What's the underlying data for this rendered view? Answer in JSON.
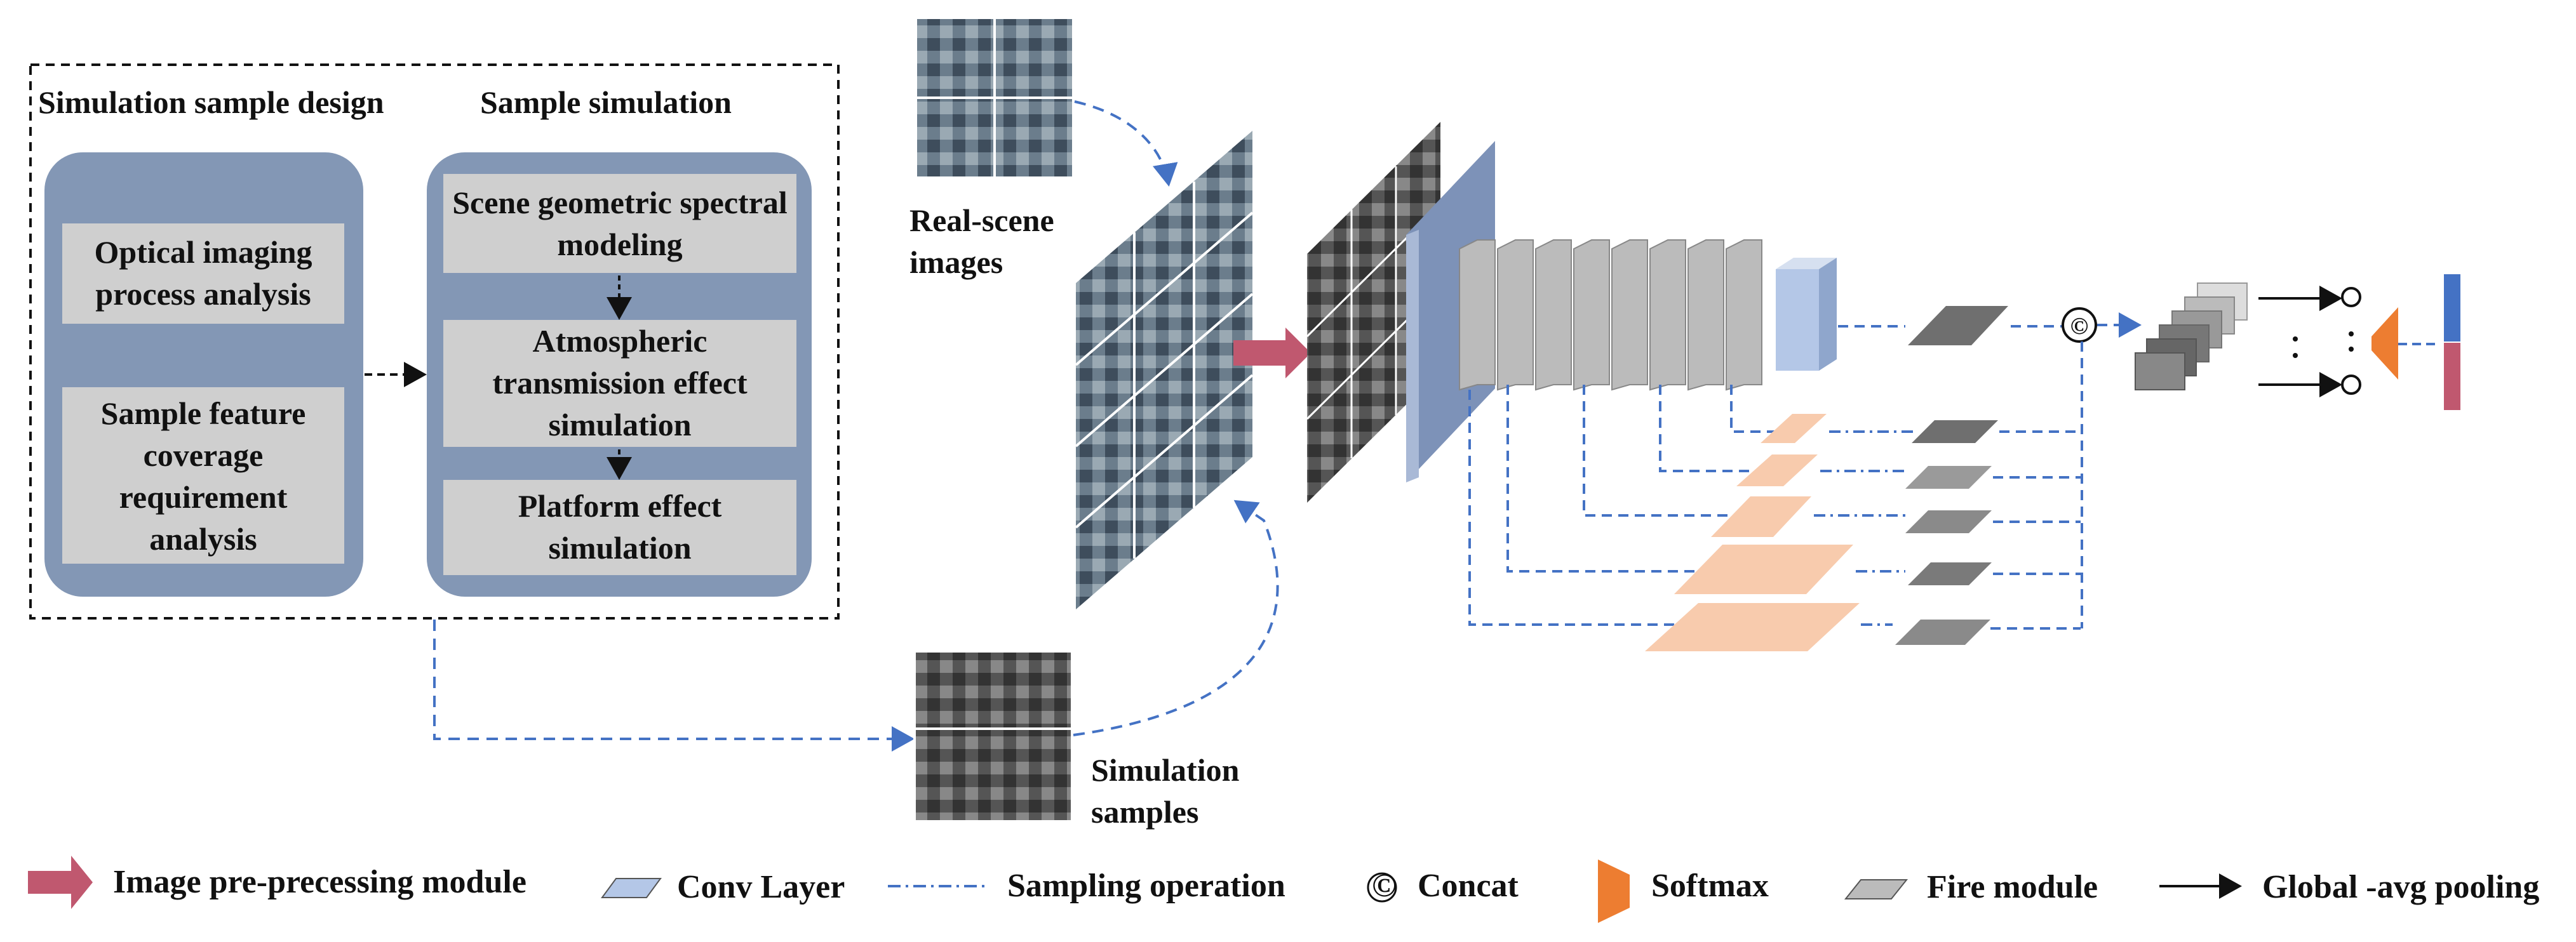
{
  "sections": {
    "design_title": "Simulation sample design",
    "simulation_title": "Sample simulation"
  },
  "design_boxes": [
    "Optical imaging process analysis",
    "Sample feature coverage requirement analysis"
  ],
  "simulation_boxes": [
    "Scene geometric spectral modeling",
    "Atmospheric transmission effect simulation",
    "Platform effect simulation"
  ],
  "captions": {
    "real_scene": "Real-scene images",
    "simulation_samples": "Simulation samples"
  },
  "legend": {
    "preprocess": "Image pre-precessing module",
    "conv": "Conv Layer",
    "sampling": "Sampling operation",
    "concat_symbol": "©",
    "concat": "Concat",
    "softmax": "Softmax",
    "fire": "Fire  module",
    "gap": "Global -avg pooling"
  },
  "colors": {
    "panel_blue": "#8397b5",
    "inner_gray": "#cfcfcf",
    "dash_blue": "#4472c4",
    "arrow_pink": "#c0586f",
    "conv_blue": "#b4c7e7",
    "fire_orange": "#f8cbad",
    "softmax_orange": "#ed7d31",
    "output_blue": "#4472c4",
    "output_red": "#c0586f"
  },
  "icons": [
    "pink-arrow-icon",
    "conv-layer-icon",
    "dash-dot-line-icon",
    "concat-icon",
    "softmax-icon",
    "fire-module-icon",
    "arrow-line-icon"
  ]
}
